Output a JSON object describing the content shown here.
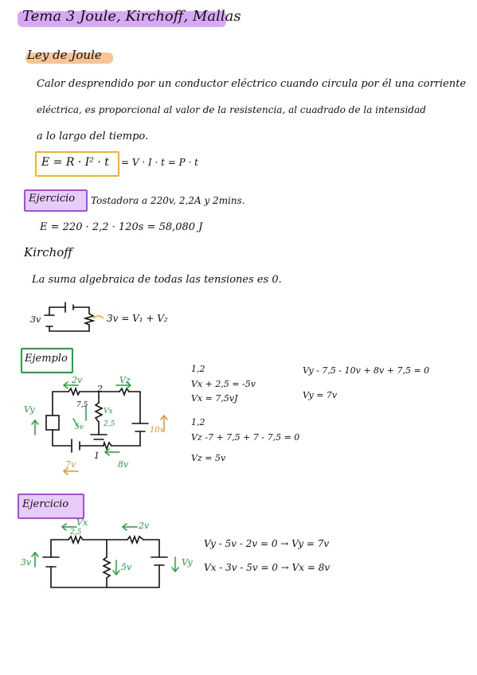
{
  "title": "Tema 3 Joule, Kirchoff, Mallas",
  "joule": {
    "heading": "Ley de Joule",
    "description_line1": "Calor desprendido por un conductor eléctrico cuando circula por él una corriente",
    "description_line2": "eléctrica, es proporcional al valor de la resistencia, al cuadrado de la intensidad",
    "description_line3": "a lo largo del tiempo.",
    "formula_boxed": "E = R · I² · t",
    "formula_rest": "= V · I · t = P · t"
  },
  "ejercicio1": {
    "label": "Ejercicio",
    "statement": "Tostadora a 220v, 2,2A y 2mins.",
    "solution": "E = 220 · 2,2 · 120s = 58,080 J"
  },
  "kirchoff": {
    "heading": "Kirchoff",
    "law": "La suma algebraica de todas las tensiones es 0.",
    "circuit_left_label": "3v",
    "circuit_equation": "3v = V₁ + V₂"
  },
  "ejemplo": {
    "label": "Ejemplo",
    "labels": {
      "top_left_current": "2v",
      "top_right": "Vz",
      "node_top": "2",
      "left_vy": "Vy",
      "middle_res": "7,5",
      "middle_vx": "Vx",
      "middle_25": "2,5",
      "left_5v": "5v",
      "right_10v": "10v",
      "node_bottom": "1",
      "bottom_left": "7v",
      "bottom_right": "8v"
    },
    "eq_col1": [
      "1,2",
      "Vx + 2,5 = -5v",
      "Vx = 7,5vJ"
    ],
    "eq_col1b": [
      "1,2",
      "Vz -7 + 7,5 + 7 - 7,5 = 0",
      "Vz = 5v"
    ],
    "eq_col2": [
      "Vy - 7,5 - 10v + 8v + 7,5 = 0",
      "Vy = 7v"
    ]
  },
  "ejercicio2": {
    "label": "Ejercicio",
    "labels": {
      "top_left": "Vx",
      "top_left_sub": "2,5",
      "top_right": "2v",
      "left_3v": "3v",
      "middle_5v": "5v",
      "right_vy": "Vy"
    },
    "equations": [
      "Vy - 5v - 2v = 0 → Vy = 7v",
      "Vx - 3v - 5v = 0 → Vx = 8v"
    ]
  },
  "colors": {
    "purple_highlight": "#c98bf0",
    "orange_highlight": "#f7b57a",
    "green_ink": "#1fa83a",
    "orange_box": "#f2b51c",
    "purple_box": "#a64fdc"
  }
}
